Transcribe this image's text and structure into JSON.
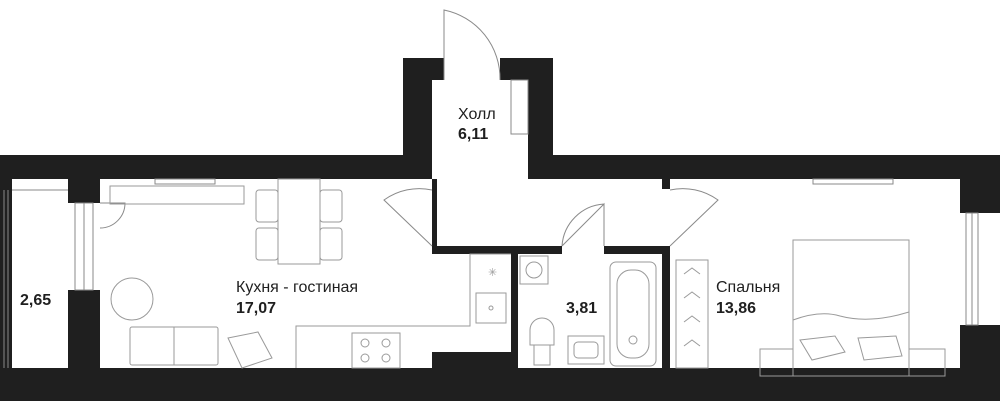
{
  "rooms": {
    "hall": {
      "name": "Холл",
      "area": "6,11"
    },
    "kitchen_living": {
      "name": "Кухня - гостиная",
      "area": "17,07"
    },
    "bathroom": {
      "name": "",
      "area": "3,81"
    },
    "bedroom": {
      "name": "Спальня",
      "area": "13,86"
    },
    "balcony": {
      "name": "",
      "area": "2,65"
    }
  },
  "colors": {
    "wall": "#1f1f1f",
    "line": "#8a8a8a",
    "background": "#ffffff"
  }
}
